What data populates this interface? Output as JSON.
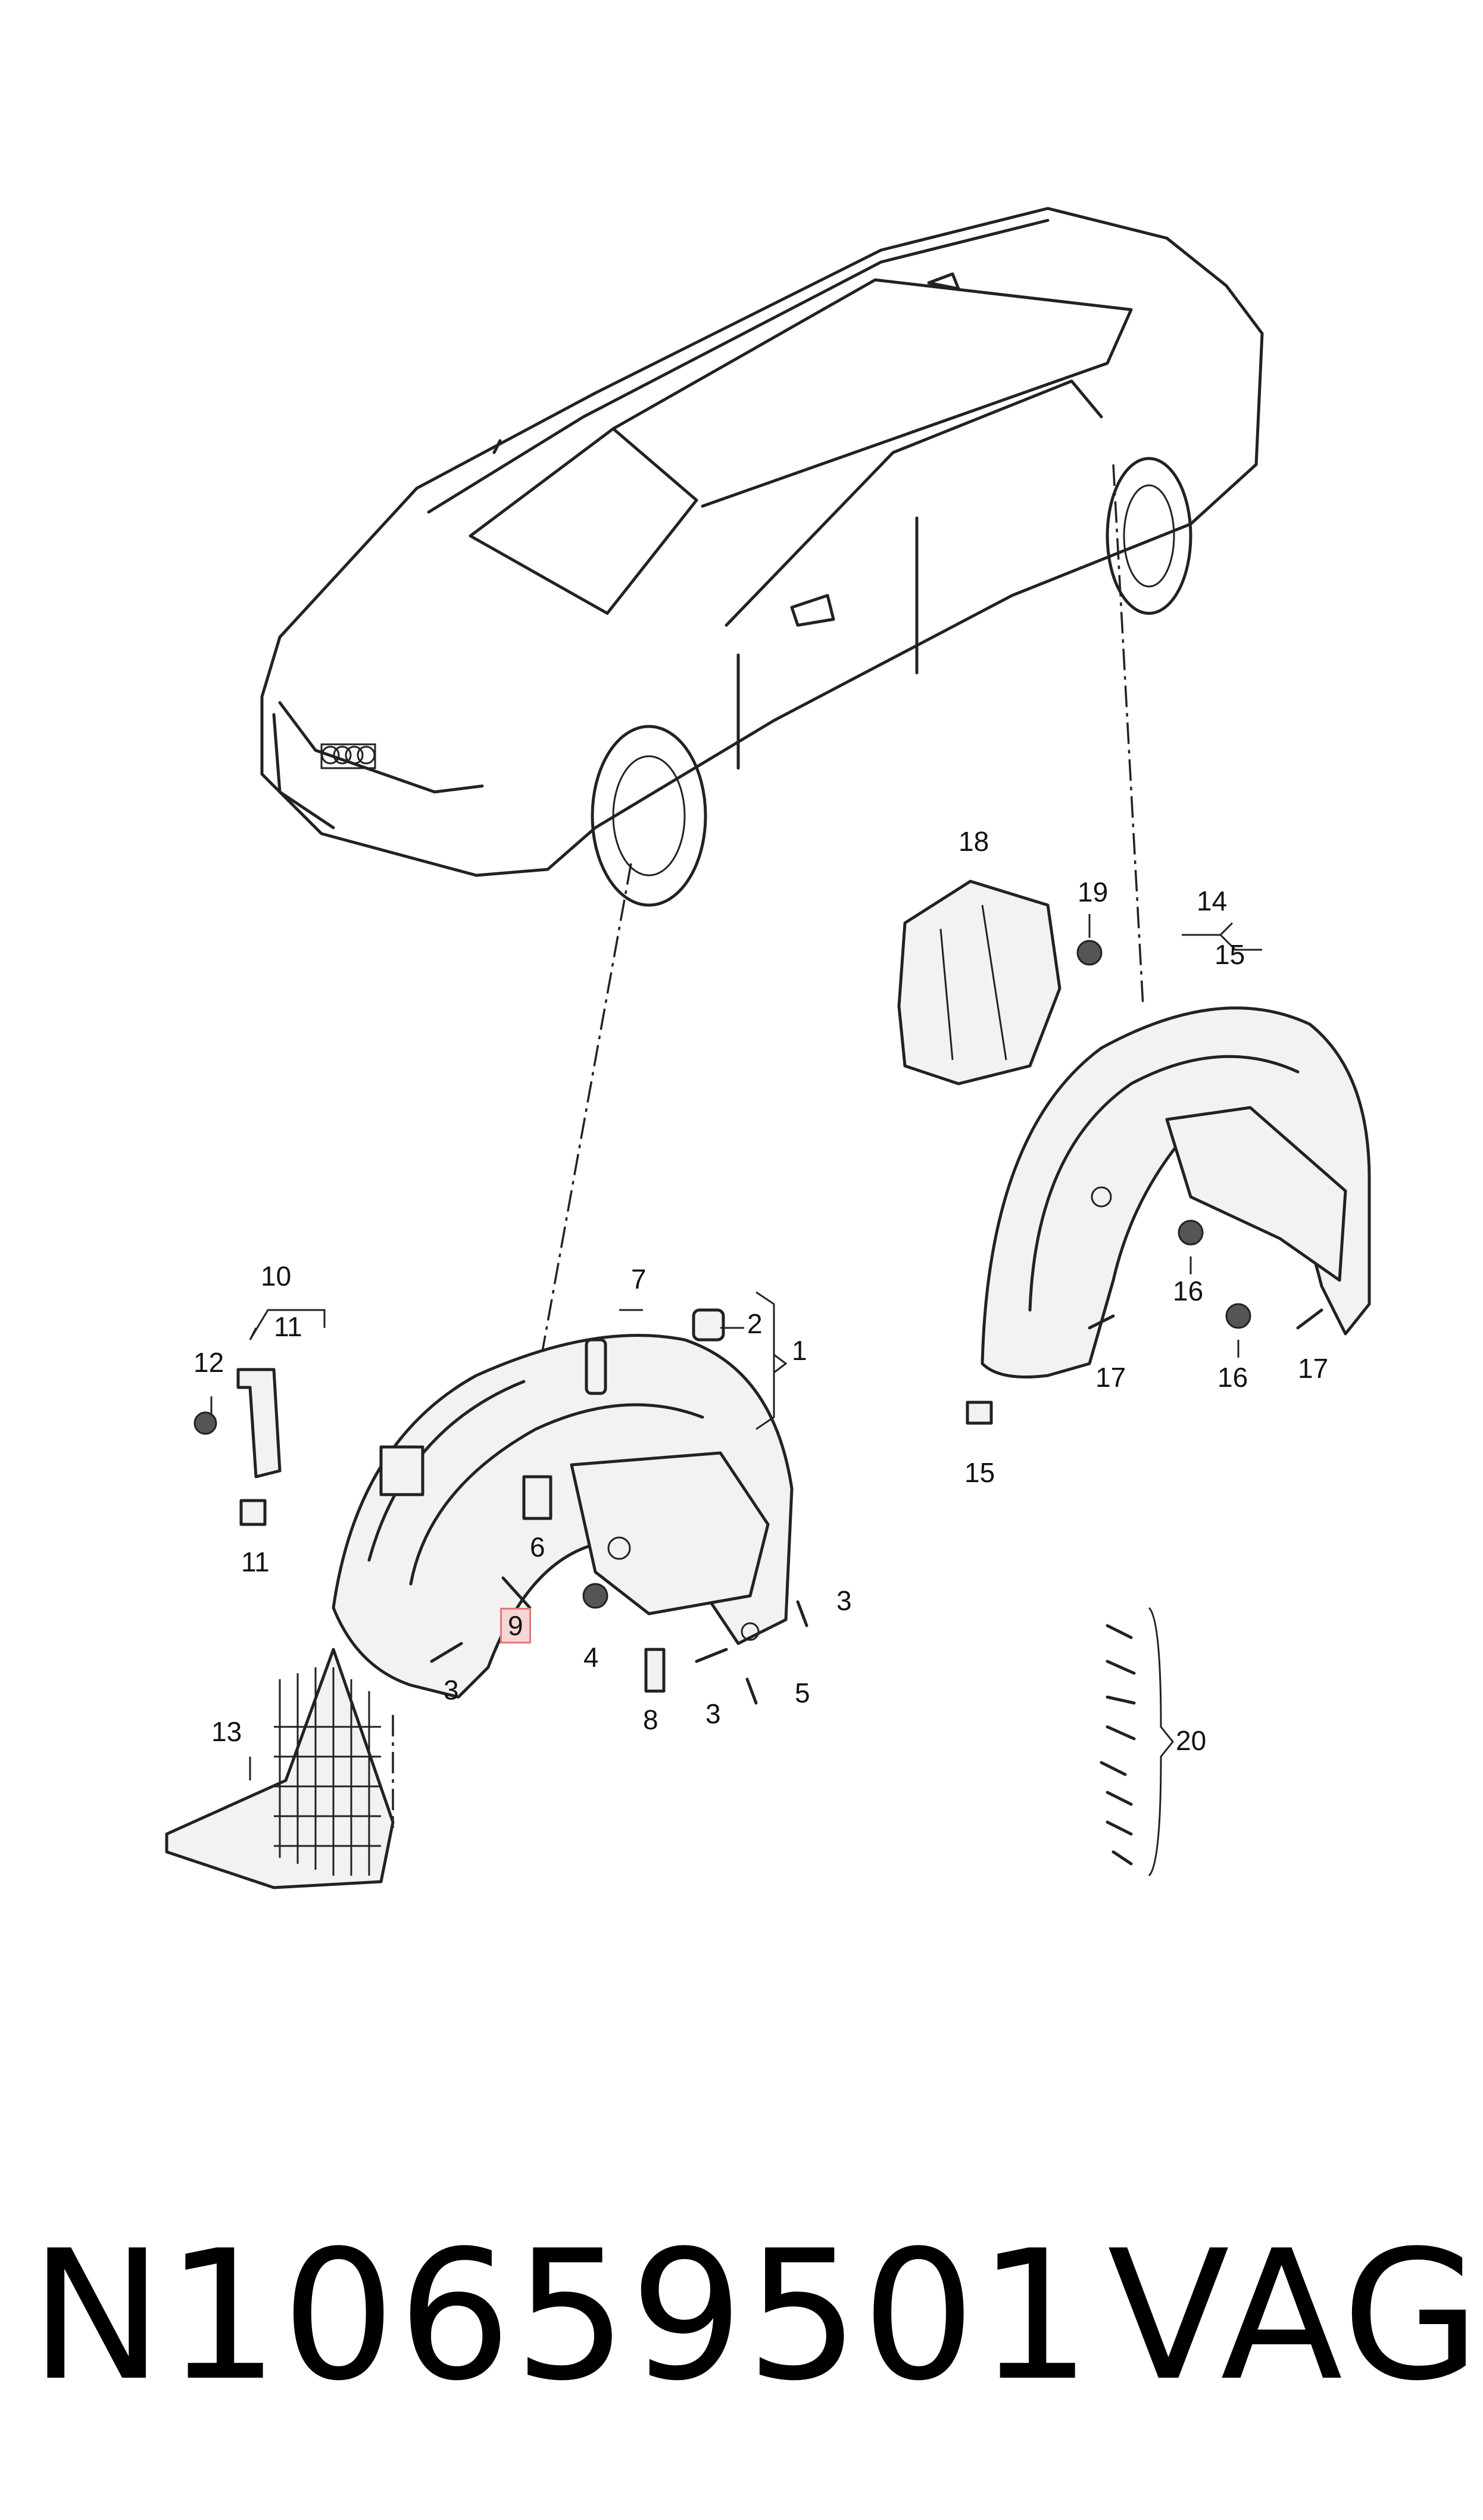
{
  "diagram": {
    "callouts": {
      "c1": "1",
      "c2": "2",
      "c3a": "3",
      "c3b": "3",
      "c3c": "3",
      "c4": "4",
      "c5": "5",
      "c6": "6",
      "c7": "7",
      "c8": "8",
      "c9": "9",
      "c10": "10",
      "c11a": "11",
      "c11b": "11",
      "c12": "12",
      "c13": "13",
      "c14": "14",
      "c15a": "15",
      "c15b": "15",
      "c16a": "16",
      "c16b": "16",
      "c17a": "17",
      "c17b": "17",
      "c18": "18",
      "c19": "19",
      "c20": "20"
    },
    "highlighted_callout": "9",
    "highlight_color": "#f6d5d5"
  },
  "footer": {
    "part_number": "N10659501",
    "brand": "VAG"
  }
}
